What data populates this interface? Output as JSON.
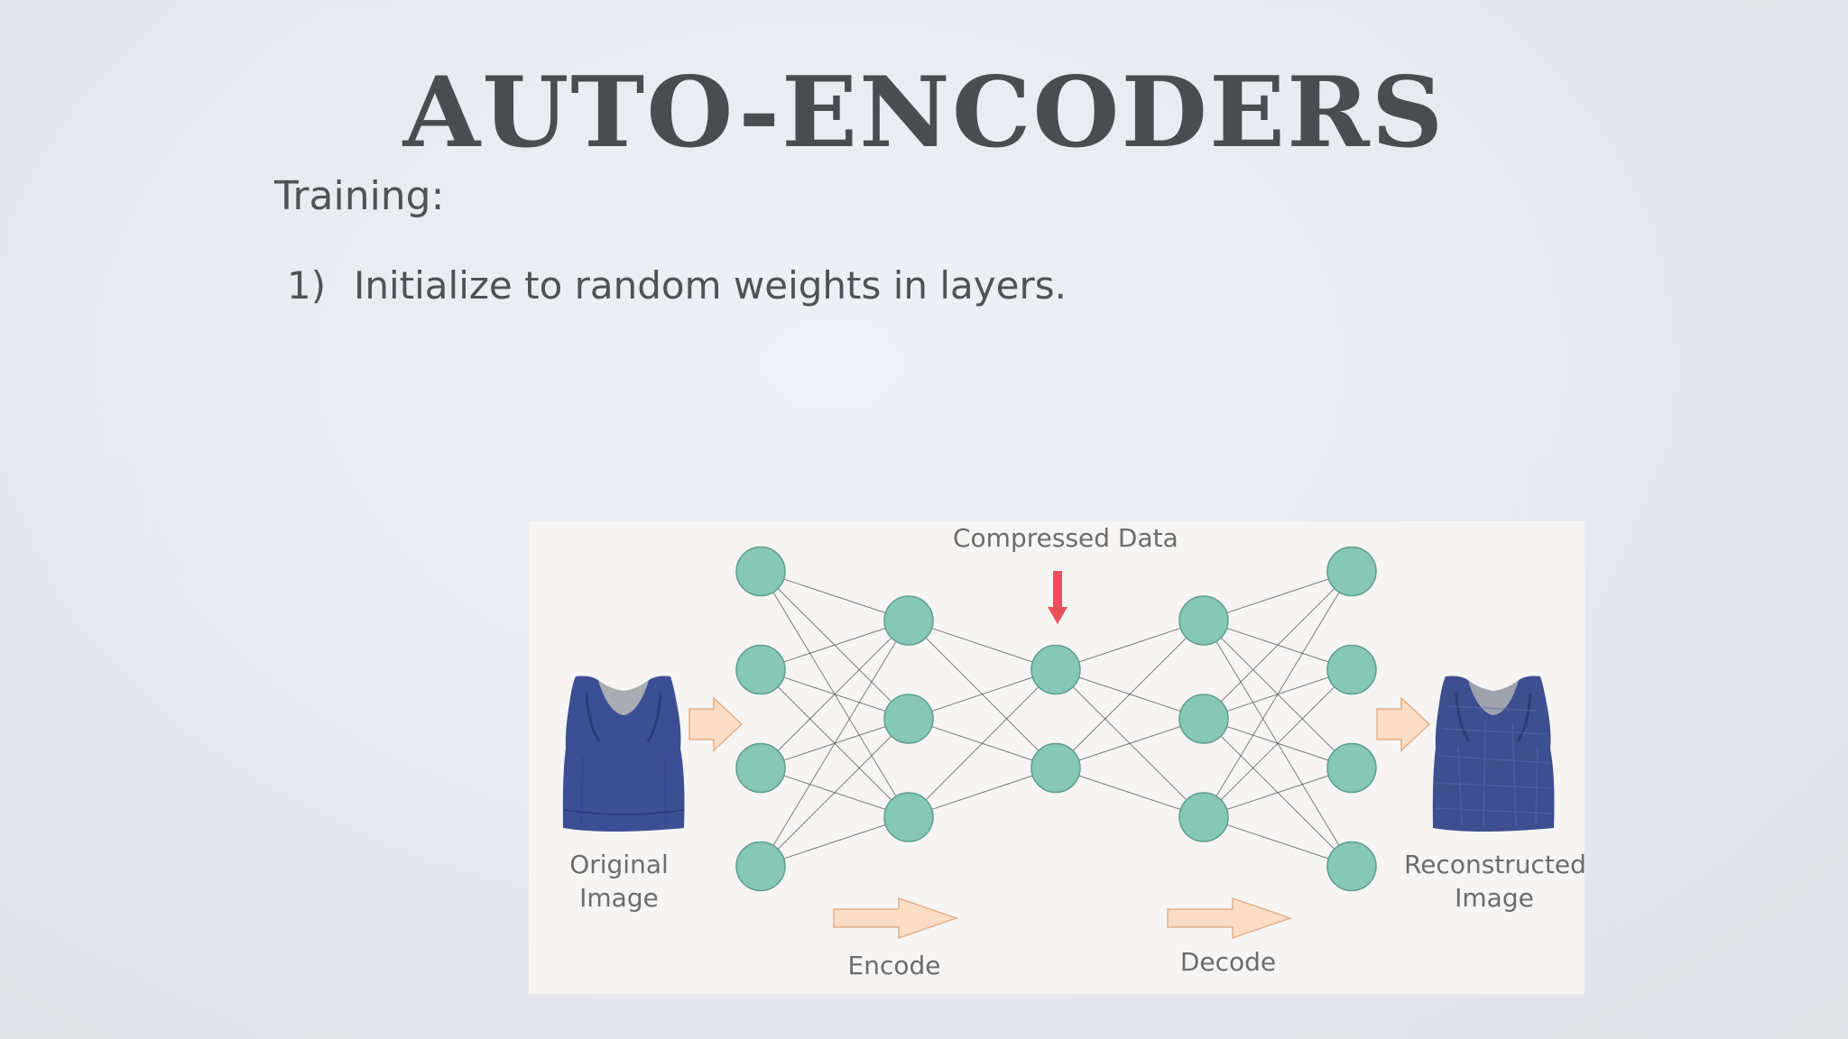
{
  "slide": {
    "title": "AUTO-ENCODERS",
    "section": "Training:",
    "steps": [
      {
        "number": "1)",
        "text": "Initialize to random weights in layers."
      }
    ]
  },
  "diagram": {
    "compressed_label": "Compressed Data",
    "input_label_line1": "Original",
    "input_label_line2": "Image",
    "output_label_line1": "Reconstructed",
    "output_label_line2": "Image",
    "encode_label": "Encode",
    "decode_label": "Decode",
    "layers": [
      4,
      3,
      2,
      3,
      4
    ],
    "colors": {
      "node_fill": "#86c8b5",
      "node_stroke": "#5e9e8c",
      "edge": "#555555",
      "flow_arrow_fill": "#fbdcc4",
      "flow_arrow_stroke": "#e2b08c",
      "compressed_arrow": "#e8505b",
      "shirt_original": "#3c4f95",
      "shirt_reconstructed": "#3d4f8e"
    }
  }
}
